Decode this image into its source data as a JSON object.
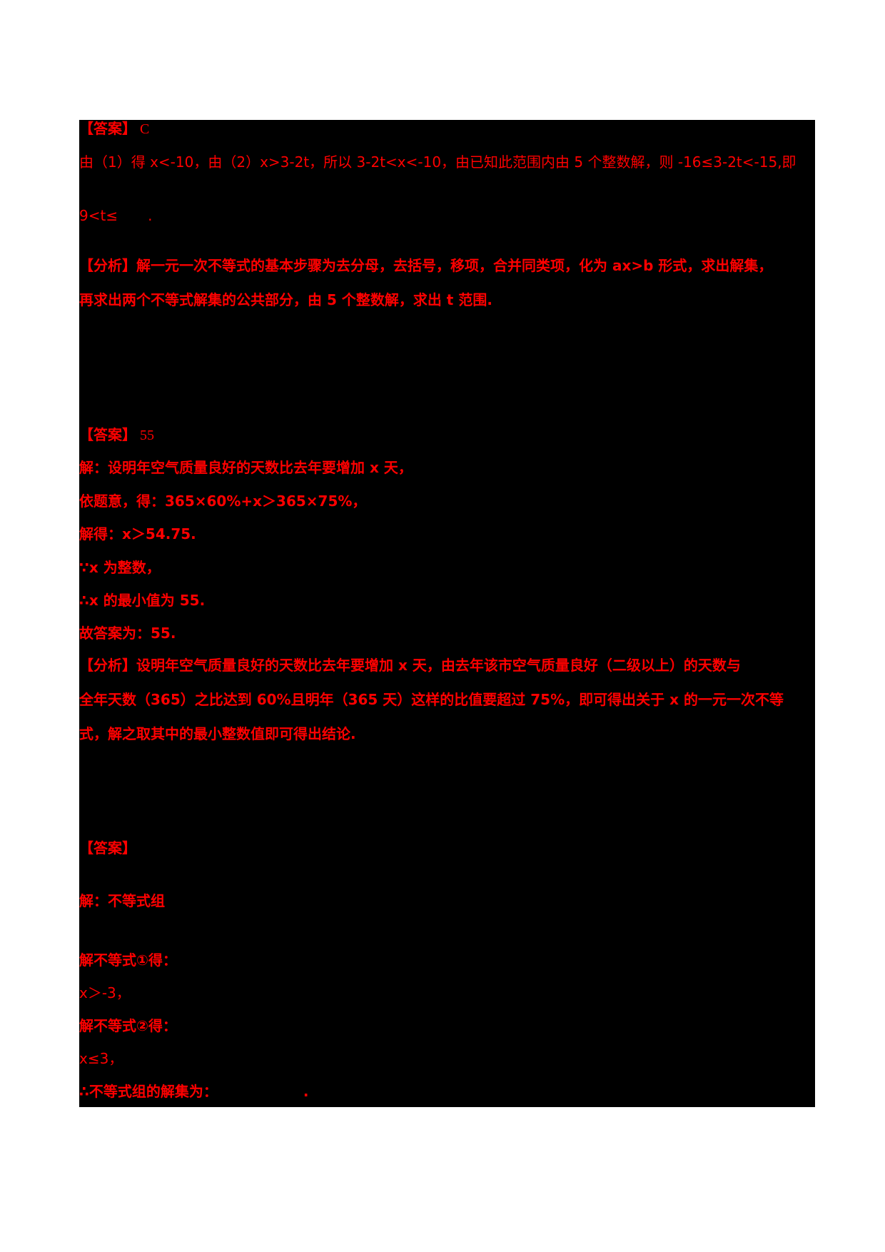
{
  "colors": {
    "text": "#ff0000",
    "background_box": "#000000",
    "page": "#ffffff"
  },
  "sections": [
    {
      "answer_label": "【答案】",
      "answer_value": "C",
      "lines": [
        "由（1）得 x<-10，由（2）x>3-2t，所以 3-2t<x<-10，由已知此范围内由 5 个整数解，则 -16≤3-2t<-15,即",
        "9<t≤",
        "."
      ],
      "analysis_label": "【分析】",
      "analysis_lines": [
        "解一元一次不等式的基本步骤为去分母，去括号，移项，合并同类项，化为 ax>b 形式，求出解集，",
        "再求出两个不等式解集的公共部分，由 5 个整数解，求出 t 范围."
      ]
    },
    {
      "answer_label": "【答案】",
      "answer_value": "55",
      "lines": [
        "解：设明年空气质量良好的天数比去年要增加 x 天，",
        "依题意，得：365×60%+x＞365×75%，",
        "解得：x＞54.75.",
        "∵x 为整数，",
        "∴x 的最小值为 55.",
        "故答案为：55."
      ],
      "analysis_label": "【分析】",
      "analysis_lines": [
        "设明年空气质量良好的天数比去年要增加 x 天，由去年该市空气质量良好（二级以上）的天数与",
        "全年天数（365）之比达到 60%且明年（365 天）这样的比值要超过 75%，即可得出关于 x 的一元一次不等",
        "式，解之取其中的最小整数值即可得出结论."
      ]
    },
    {
      "answer_label": "【答案】",
      "answer_value": "",
      "lines": [
        "解：不等式组",
        "解不等式①得：",
        "x＞-3，",
        "解不等式②得：",
        "x≤3，",
        "∴不等式组的解集为：",
        "."
      ]
    }
  ]
}
